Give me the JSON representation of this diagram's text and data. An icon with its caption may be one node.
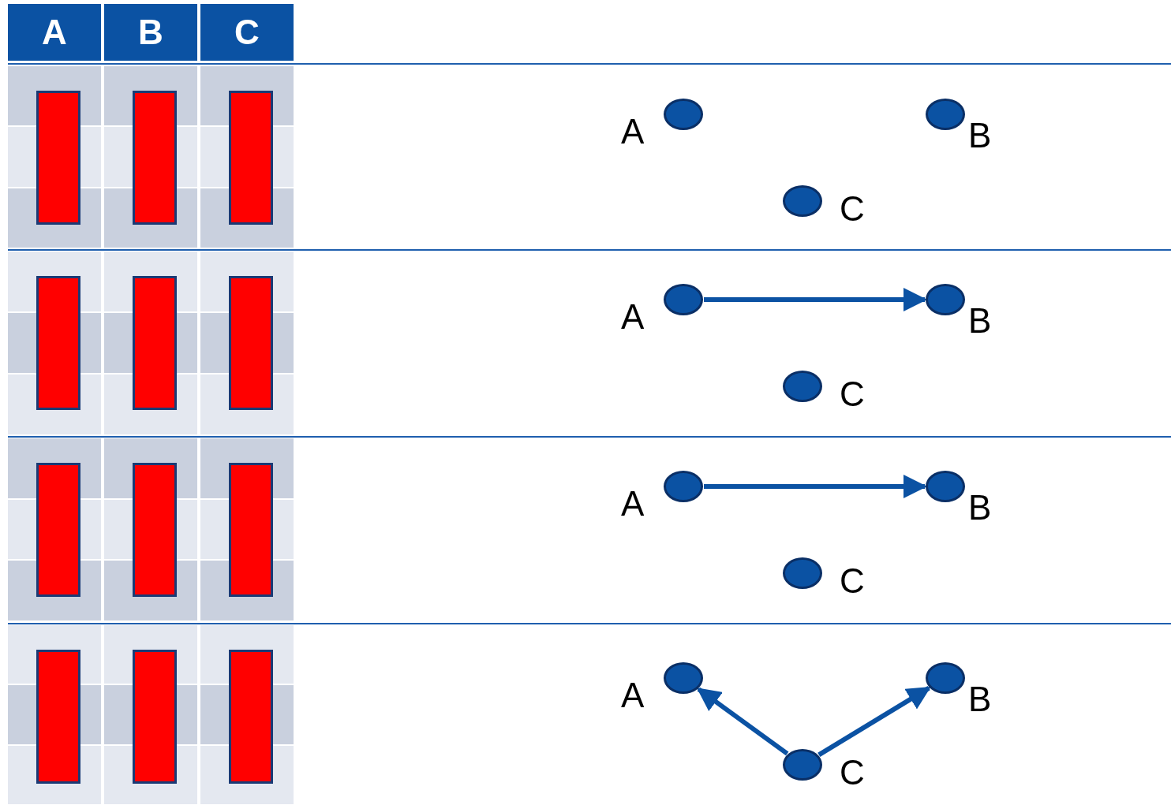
{
  "diagram": {
    "nodes": [
      {
        "text": [],
        "shape": "bar"
      },
      {
        "text": [],
        "shape": "bar"
      },
      {
        "text": [],
        "shape": "bar"
      },
      {
        "text": [],
        "shape": "circle",
        "beside": [
          "A"
        ]
      },
      {
        "text": [],
        "shape": "circle",
        "beside": [
          "B"
        ]
      },
      {
        "text": [],
        "shape": "circle",
        "beside": [
          "C"
        ]
      },
      {
        "text": [],
        "shape": "bar"
      },
      {
        "text": [],
        "shape": "bar"
      },
      {
        "text": [],
        "shape": "bar"
      },
      {
        "text": [],
        "shape": "circle",
        "beside": [
          "A"
        ]
      },
      {
        "text": [],
        "shape": "circle",
        "beside": [
          "B"
        ]
      },
      {
        "text": [],
        "shape": "circle",
        "beside": [
          "C"
        ]
      },
      {
        "text": [],
        "shape": "bar"
      },
      {
        "text": [],
        "shape": "bar"
      },
      {
        "text": [],
        "shape": "bar"
      },
      {
        "text": [],
        "shape": "circle",
        "beside": [
          "A"
        ]
      },
      {
        "text": [],
        "shape": "circle",
        "beside": [
          "B"
        ]
      },
      {
        "text": [],
        "shape": "circle",
        "beside": [
          "C"
        ]
      },
      {
        "text": [],
        "shape": "bar"
      },
      {
        "text": [],
        "shape": "bar"
      },
      {
        "text": [],
        "shape": "bar"
      },
      {
        "text": [],
        "shape": "circle",
        "beside": [
          "A"
        ]
      },
      {
        "text": [],
        "shape": "circle",
        "beside": [
          "B"
        ]
      },
      {
        "text": [],
        "shape": "circle",
        "beside": [
          "C"
        ]
      }
    ],
    "edges": [
      {
        "from": 9,
        "to": 10,
        "arrow": "to"
      },
      {
        "from": 15,
        "to": 16,
        "arrow": "to"
      },
      {
        "from": 23,
        "to": 21,
        "arrow": "to"
      },
      {
        "from": 23,
        "to": 22,
        "arrow": "to"
      }
    ],
    "labels": [
      "A",
      "B",
      "C"
    ]
  }
}
